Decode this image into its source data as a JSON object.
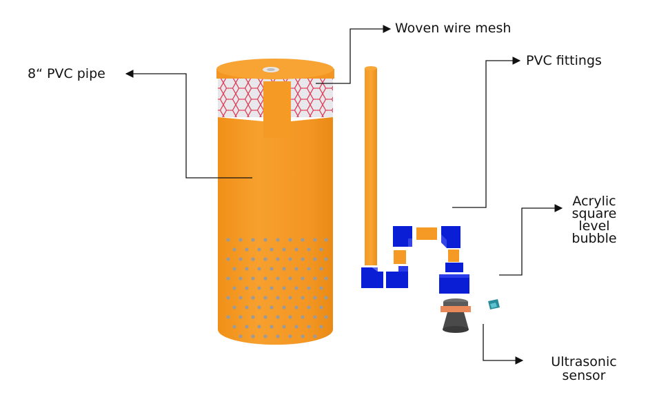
{
  "labels": {
    "pvc_pipe": "8“ PVC pipe",
    "wire_mesh": "Woven wire mesh",
    "pvc_fittings": "PVC fittings",
    "level_bubble": [
      "Acrylic",
      "square",
      "level",
      "bubble"
    ],
    "ultrasonic_sensor": [
      "Ultrasonic",
      "sensor"
    ]
  },
  "colors": {
    "pvc_orange": "#F7941D",
    "fitting_blue": "#0A1ED6",
    "mesh_red": "#E0405A",
    "sensor_dark": "#4A4A4A",
    "sensor_ring": "#E9895A",
    "bubble_teal": "#2A8C9A",
    "leader_line": "#111111"
  }
}
